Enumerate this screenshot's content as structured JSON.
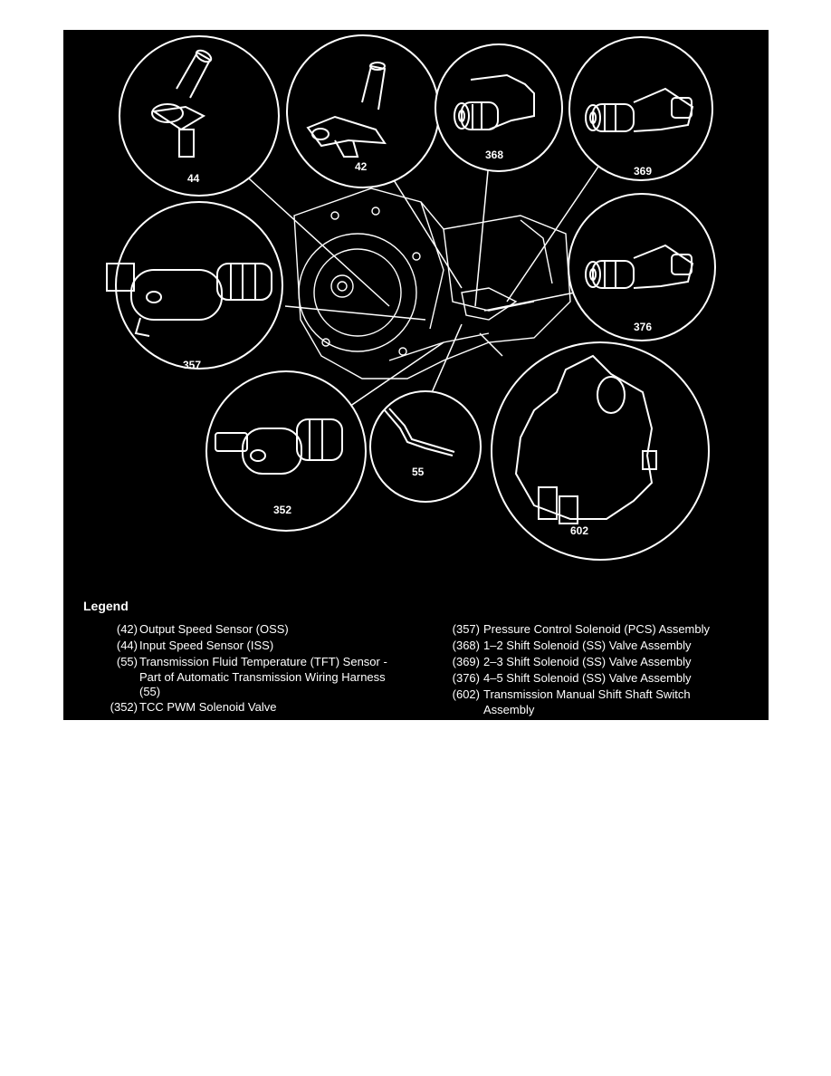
{
  "callouts": {
    "c44": "44",
    "c42": "42",
    "c368": "368",
    "c369": "369",
    "c357": "357",
    "c376": "376",
    "c55": "55",
    "c352": "352",
    "c602": "602"
  },
  "legend": {
    "title": "Legend",
    "items": [
      {
        "num": "(42)",
        "text": "Output Speed Sensor (OSS)"
      },
      {
        "num": "(44)",
        "text": "Input Speed Sensor (ISS)"
      },
      {
        "num": "(55)",
        "text": "Transmission Fluid Temperature (TFT) Sensor - Part of Automatic Transmission Wiring Harness (55)"
      },
      {
        "num": "(352)",
        "text": "TCC PWM Solenoid Valve"
      },
      {
        "num": "(357)",
        "text": "Pressure Control Solenoid (PCS) Assembly"
      },
      {
        "num": "(368)",
        "text": "1–2 Shift Solenoid (SS) Valve Assembly"
      },
      {
        "num": "(369)",
        "text": "2–3 Shift Solenoid (SS) Valve Assembly"
      },
      {
        "num": "(376)",
        "text": "4–5 Shift Solenoid (SS) Valve Assembly"
      },
      {
        "num": "(602)",
        "text": "Transmission Manual Shift Shaft Switch Assembly"
      }
    ]
  },
  "colors": {
    "background": "#000000",
    "line": "#ffffff"
  }
}
